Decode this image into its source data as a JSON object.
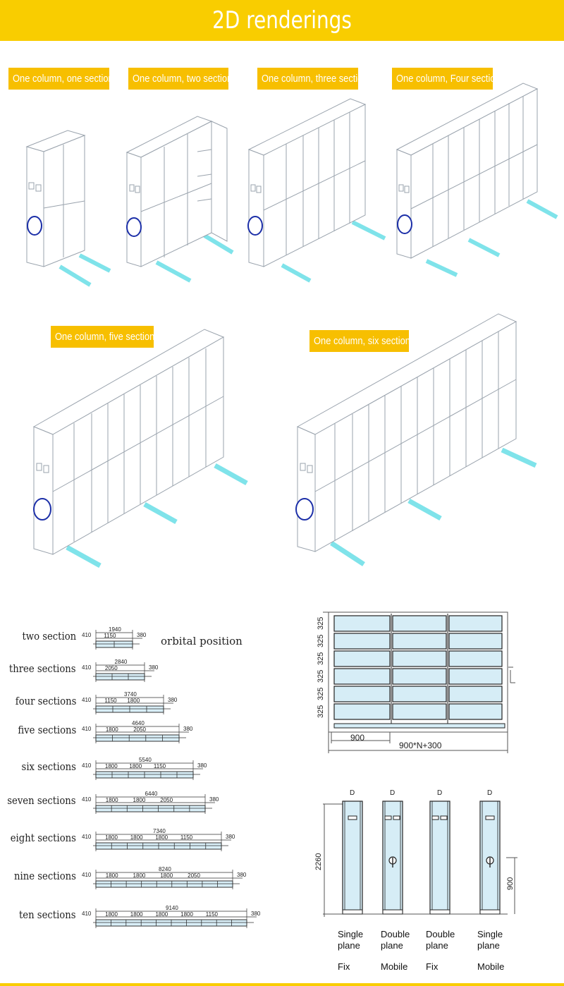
{
  "header": {
    "title": "2D renderings"
  },
  "renderings": {
    "one_section": "One column, one section",
    "two_sections": "One column, two section",
    "three_sections": "One column, three sections",
    "four_sections": "One column, Four sections",
    "five_sections": "One column, five sections",
    "six_sections": "One column, six sections"
  },
  "section_list": {
    "orbital_position": "orbital position",
    "rows": [
      {
        "name": "two section",
        "total": "1940",
        "mids": [
          "1150"
        ],
        "left": "410",
        "right": "380"
      },
      {
        "name": "three sections",
        "total": "2840",
        "mids": [
          "2050"
        ],
        "left": "410",
        "right": "380"
      },
      {
        "name": "four sections",
        "total": "3740",
        "mids": [
          "1150",
          "1800"
        ],
        "left": "410",
        "right": "380"
      },
      {
        "name": "five sections",
        "total": "4640",
        "mids": [
          "1800",
          "2050"
        ],
        "left": "410",
        "right": "380"
      },
      {
        "name": "six sections",
        "total": "5540",
        "mids": [
          "1800",
          "1800",
          "1150"
        ],
        "left": "410",
        "right": "380"
      },
      {
        "name": "seven sections",
        "total": "6440",
        "mids": [
          "1800",
          "1800",
          "2050"
        ],
        "left": "410",
        "right": "380"
      },
      {
        "name": "eight sections",
        "total": "7340",
        "mids": [
          "1800",
          "1800",
          "1800",
          "1150"
        ],
        "left": "410",
        "right": "380"
      },
      {
        "name": "nine sections",
        "total": "8240",
        "mids": [
          "1800",
          "1800",
          "1800",
          "2050"
        ],
        "left": "410",
        "right": "380"
      },
      {
        "name": "ten sections",
        "total": "9140",
        "mids": [
          "1800",
          "1800",
          "1800",
          "1800",
          "1150"
        ],
        "left": "410",
        "right": "380"
      }
    ]
  },
  "front_view": {
    "row_heights": [
      "325",
      "325",
      "325",
      "325",
      "325",
      "325"
    ],
    "section_width": "900",
    "total_width": "900*N+300"
  },
  "side_view": {
    "depth_label": "D",
    "height": "2260",
    "handle_height": "900",
    "panels": [
      {
        "plane": "Single\nplane",
        "type": "Fix"
      },
      {
        "plane": "Double\nplane",
        "type": "Mobile"
      },
      {
        "plane": "Double\nplane",
        "type": "Fix"
      },
      {
        "plane": "Single\nplane",
        "type": "Mobile"
      }
    ]
  },
  "colors": {
    "banner": "#f9cd00",
    "label": "#f7bf00",
    "rail": "#7fe3ea",
    "panel_fill": "#d8eef7",
    "logo": "#1c2fa8"
  }
}
